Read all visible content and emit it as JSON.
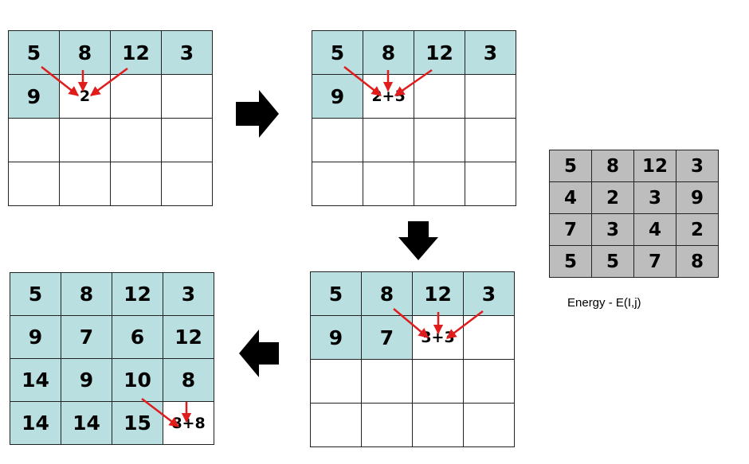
{
  "steps": {
    "step1": {
      "rows": [
        [
          "5",
          "8",
          "12",
          "3"
        ],
        [
          "9",
          "2",
          "",
          ""
        ],
        [
          "",
          "",
          "",
          ""
        ],
        [
          "",
          "",
          "",
          ""
        ]
      ],
      "state": [
        [
          "f",
          "f",
          "f",
          "f"
        ],
        [
          "f",
          "c",
          "e",
          "e"
        ],
        [
          "e",
          "e",
          "e",
          "e"
        ],
        [
          "e",
          "e",
          "e",
          "e"
        ]
      ]
    },
    "step2": {
      "rows": [
        [
          "5",
          "8",
          "12",
          "3"
        ],
        [
          "9",
          "2+5",
          "",
          ""
        ],
        [
          "",
          "",
          "",
          ""
        ],
        [
          "",
          "",
          "",
          ""
        ]
      ],
      "state": [
        [
          "f",
          "f",
          "f",
          "f"
        ],
        [
          "f",
          "c",
          "e",
          "e"
        ],
        [
          "e",
          "e",
          "e",
          "e"
        ],
        [
          "e",
          "e",
          "e",
          "e"
        ]
      ]
    },
    "step3": {
      "rows": [
        [
          "5",
          "8",
          "12",
          "3"
        ],
        [
          "9",
          "7",
          "3+3",
          ""
        ],
        [
          "",
          "",
          "",
          ""
        ],
        [
          "",
          "",
          "",
          ""
        ]
      ],
      "state": [
        [
          "f",
          "f",
          "f",
          "f"
        ],
        [
          "f",
          "f",
          "c",
          "e"
        ],
        [
          "e",
          "e",
          "e",
          "e"
        ],
        [
          "e",
          "e",
          "e",
          "e"
        ]
      ]
    },
    "step4": {
      "rows": [
        [
          "5",
          "8",
          "12",
          "3"
        ],
        [
          "9",
          "7",
          "6",
          "12"
        ],
        [
          "14",
          "9",
          "10",
          "8"
        ],
        [
          "14",
          "14",
          "15",
          "8+8"
        ]
      ],
      "state": [
        [
          "f",
          "f",
          "f",
          "f"
        ],
        [
          "f",
          "f",
          "f",
          "f"
        ],
        [
          "f",
          "f",
          "f",
          "f"
        ],
        [
          "f",
          "f",
          "f",
          "c"
        ]
      ]
    }
  },
  "energy": {
    "rows": [
      [
        "5",
        "8",
        "12",
        "3"
      ],
      [
        "4",
        "2",
        "3",
        "9"
      ],
      [
        "7",
        "3",
        "4",
        "2"
      ],
      [
        "5",
        "5",
        "7",
        "8"
      ]
    ],
    "caption": "Energy - E(I,j)"
  },
  "colors": {
    "filled": "#b9dfe0",
    "energy": "#bdbdbd",
    "arrow": "#e01c1c",
    "flow_arrow": "#000000"
  }
}
